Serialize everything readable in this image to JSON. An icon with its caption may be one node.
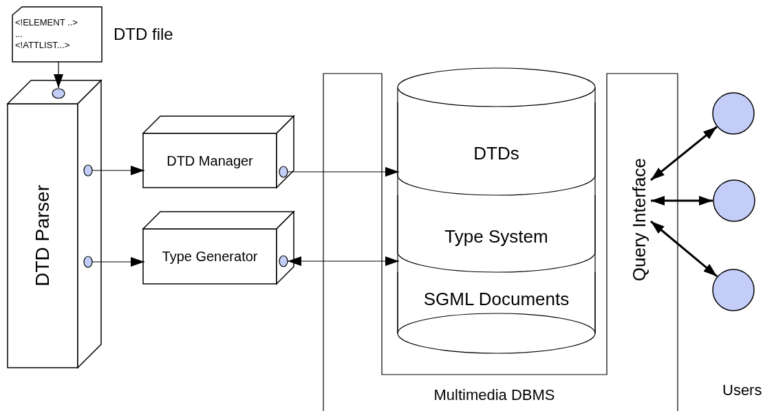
{
  "diagram": {
    "nodes": [
      {
        "text": [
          "<!ELEMENT ..>",
          "...",
          "<!ATTLIST...>"
        ],
        "beside": [
          "DTD file"
        ]
      },
      {
        "text": [
          "DTD Parser"
        ]
      },
      {
        "text": [
          "DTD Manager"
        ]
      },
      {
        "text": [
          "Type Generator"
        ]
      },
      {
        "text": [
          "Multimedia DBMS"
        ]
      },
      {
        "text": [],
        "shape": "cylinder",
        "in": 4
      },
      {
        "text": [
          "DTDs"
        ],
        "in": 5
      },
      {
        "text": [
          "Type System"
        ],
        "in": 5
      },
      {
        "text": [
          "SGML Documents"
        ],
        "in": 5
      },
      {
        "text": [
          "Query Interface"
        ],
        "in": 4
      },
      {
        "text": [],
        "shape": "circle"
      },
      {
        "text": [],
        "shape": "circle"
      },
      {
        "text": [],
        "shape": "circle"
      }
    ],
    "edges": [
      {
        "from": 0,
        "to": 1,
        "arrow": "to"
      },
      {
        "from": 1,
        "to": 2,
        "arrow": "to"
      },
      {
        "from": 1,
        "to": 3,
        "arrow": "to"
      },
      {
        "from": 2,
        "to": 6,
        "arrow": "to"
      },
      {
        "from": 3,
        "to": 7,
        "arrow": "both"
      },
      {
        "from": 9,
        "to": 10,
        "arrow": "both",
        "style": "thick"
      },
      {
        "from": 9,
        "to": 11,
        "arrow": "both",
        "style": "thick"
      },
      {
        "from": 9,
        "to": 12,
        "arrow": "both",
        "style": "thick"
      }
    ],
    "labels": [
      "Users"
    ]
  }
}
